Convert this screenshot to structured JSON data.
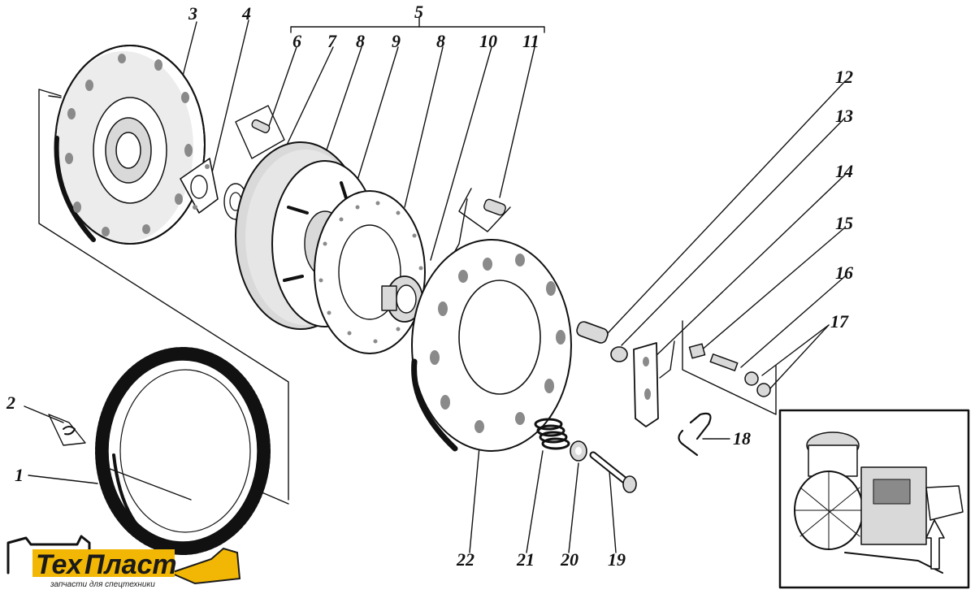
{
  "diagram": {
    "callouts": [
      "1",
      "2",
      "3",
      "4",
      "5",
      "6",
      "7",
      "8",
      "9",
      "8",
      "10",
      "11",
      "12",
      "13",
      "14",
      "15",
      "16",
      "17",
      "18",
      "19",
      "20",
      "21",
      "22"
    ]
  },
  "logo": {
    "brand_part1": "Тех",
    "brand_part2": "Пласт",
    "tagline": "запчасти для спецтехники",
    "brand_color": "#f2b705"
  }
}
